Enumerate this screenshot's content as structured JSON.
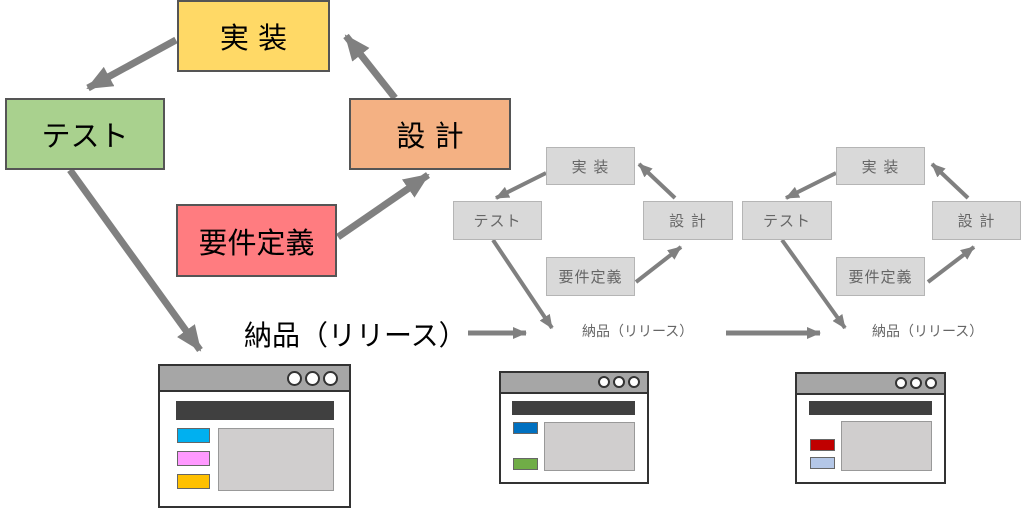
{
  "cycle_large": {
    "implement": {
      "label": "実 装",
      "color": "#ffd966"
    },
    "test": {
      "label": "テスト",
      "color": "#a9d18e"
    },
    "design": {
      "label": "設 計",
      "color": "#f4b183"
    },
    "requirements": {
      "label": "要件定義",
      "color": "#ff7c80"
    },
    "release": {
      "label": "納品（リリース）"
    }
  },
  "cycle_second": {
    "implement": {
      "label": "実 装"
    },
    "test": {
      "label": "テスト"
    },
    "design": {
      "label": "設 計"
    },
    "requirements": {
      "label": "要件定義"
    },
    "release": {
      "label": "納品（リリース）"
    }
  },
  "cycle_third": {
    "implement": {
      "label": "実 装"
    },
    "test": {
      "label": "テスト"
    },
    "design": {
      "label": "設 計"
    },
    "requirements": {
      "label": "要件定義"
    },
    "release": {
      "label": "納品（リリース）"
    }
  },
  "app_windows": [
    {
      "feature_colors": [
        "#00b0f0",
        "#ff99ff",
        "#ffc000"
      ]
    },
    {
      "feature_colors": [
        "#0070c0",
        "#70ad47"
      ]
    },
    {
      "feature_colors": [
        "#c00000",
        "#b4c7e7"
      ]
    }
  ],
  "arrow_color": "#808080"
}
